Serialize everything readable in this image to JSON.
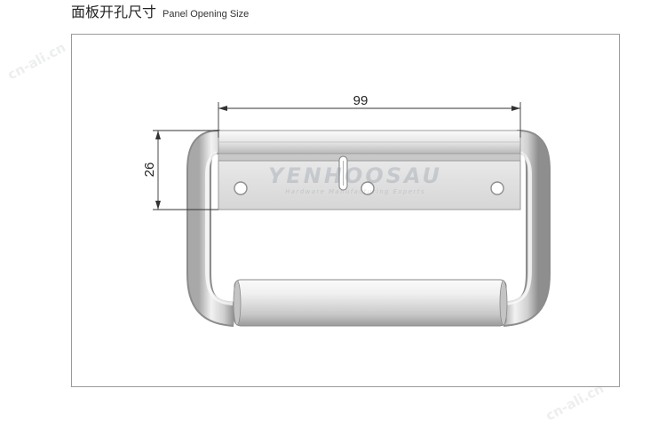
{
  "title": {
    "chinese": "面板开孔尺寸",
    "english": "Panel Opening Size"
  },
  "drawing": {
    "subject": "folding handle",
    "dimensions": {
      "width_label": "99",
      "height_label": "26"
    },
    "watermark": {
      "brand": "YENHOOSAU",
      "tagline": "Hardware Manufacturing Experts",
      "corner_mark": "cn-ali.cn"
    },
    "colors": {
      "frame_border": "#9a9a9a",
      "dimension_line": "#333333",
      "metal_light": "#f4f4f4",
      "metal_dark": "#9a9a9a"
    }
  }
}
